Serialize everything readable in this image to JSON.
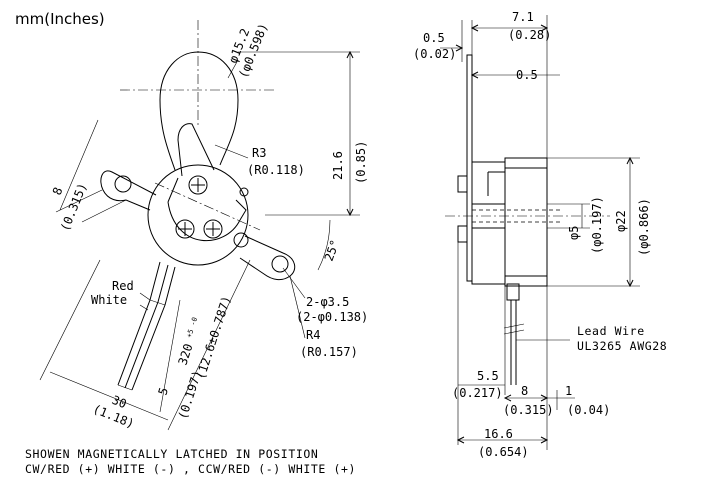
{
  "units_note": "mm(Inches)",
  "front_view": {
    "dia_large": "φ15.2",
    "dia_large_in": "(φ0.598)",
    "r3": "R3",
    "r3_in": "(R0.118)",
    "height": "21.6",
    "height_in": "(0.85)",
    "width_8": "8",
    "width_8_in": "(0.315)",
    "angle": "25°",
    "holes": "2-φ3.5",
    "holes_in": "(2-φ0.138)",
    "r4": "R4",
    "r4_in": "(R0.157)",
    "wire_red": "Red",
    "wire_white": "White",
    "wire_length": "320",
    "wire_length_tol": "+5\n-0",
    "wire_length_in": "(12.6±0.787)",
    "strip_5": "5",
    "strip_5_in": "(0.197)",
    "span_30": "30",
    "span_30_in": "(1.18)"
  },
  "side_view": {
    "top_7_1": "7.1",
    "top_7_1_in": "(0.28)",
    "plate_0_5": "0.5",
    "plate_0_5_in": "(0.02)",
    "gap_0_5": "0.5",
    "dia_5": "φ5",
    "dia_5_in": "(φ0.197)",
    "dia_22": "φ22",
    "dia_22_in": "(φ0.866)",
    "lead_wire_title": "Lead Wire",
    "lead_wire_spec": "UL3265 AWG28",
    "dim_5_5": "5.5",
    "dim_5_5_in": "(0.217)",
    "dim_8": "8",
    "dim_8_in": "(0.315)",
    "dim_1": "1",
    "dim_1_in": "(0.04)",
    "dim_16_6": "16.6",
    "dim_16_6_in": "(0.654)"
  },
  "footnote": {
    "line1": "SHOWEN MAGNETICALLY LATCHED IN POSITION",
    "line2": "CW/RED (+) WHITE (-) , CCW/RED (-) WHITE (+)"
  }
}
